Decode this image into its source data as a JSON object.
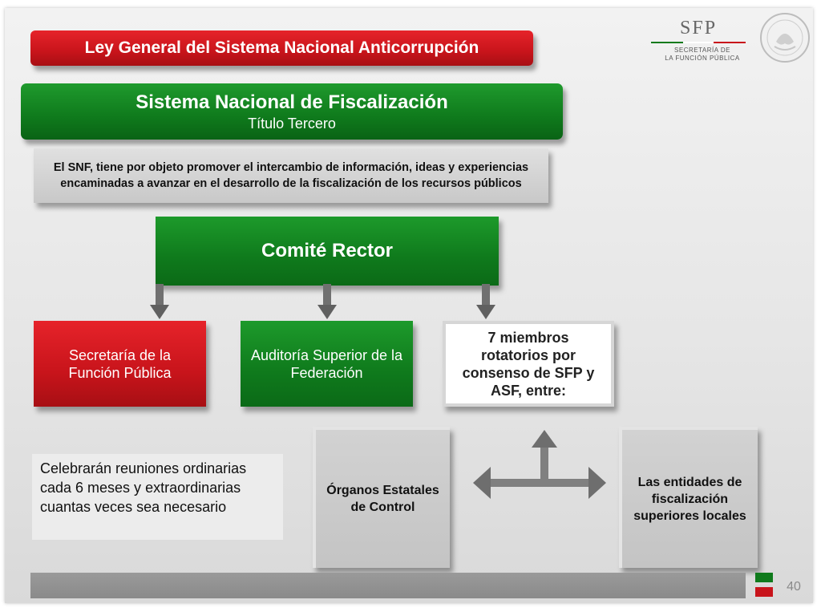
{
  "header": {
    "ley_title": "Ley General del Sistema Nacional Anticorrupción",
    "logo_text": "SFP",
    "logo_sub1": "SECRETARÍA DE",
    "logo_sub2": "LA FUNCIÓN PÚBLICA"
  },
  "sistema": {
    "title": "Sistema Nacional de Fiscalización",
    "subtitle": "Título Tercero",
    "description": "El SNF, tiene por objeto promover el intercambio de información, ideas y experiencias encaminadas a avanzar en el desarrollo de la fiscalización de los recursos públicos"
  },
  "comite": {
    "title": "Comité Rector"
  },
  "members": {
    "sfp": "Secretaría de la Función Pública",
    "asf": "Auditoría Superior de la Federación",
    "rotating": "7 miembros rotatorios por consenso de SFP y ASF, entre:"
  },
  "note": "Celebrarán reuniones ordinarias cada 6 meses y extraordinarias cuantas veces sea necesario",
  "options": {
    "organos": "Órganos Estatales de Control",
    "entidades": "Las entidades de fiscalización superiores locales"
  },
  "footer": {
    "page_number": "40"
  },
  "colors": {
    "red": "#c8141b",
    "green": "#0f7a1c",
    "gray": "#c8c8c8"
  }
}
